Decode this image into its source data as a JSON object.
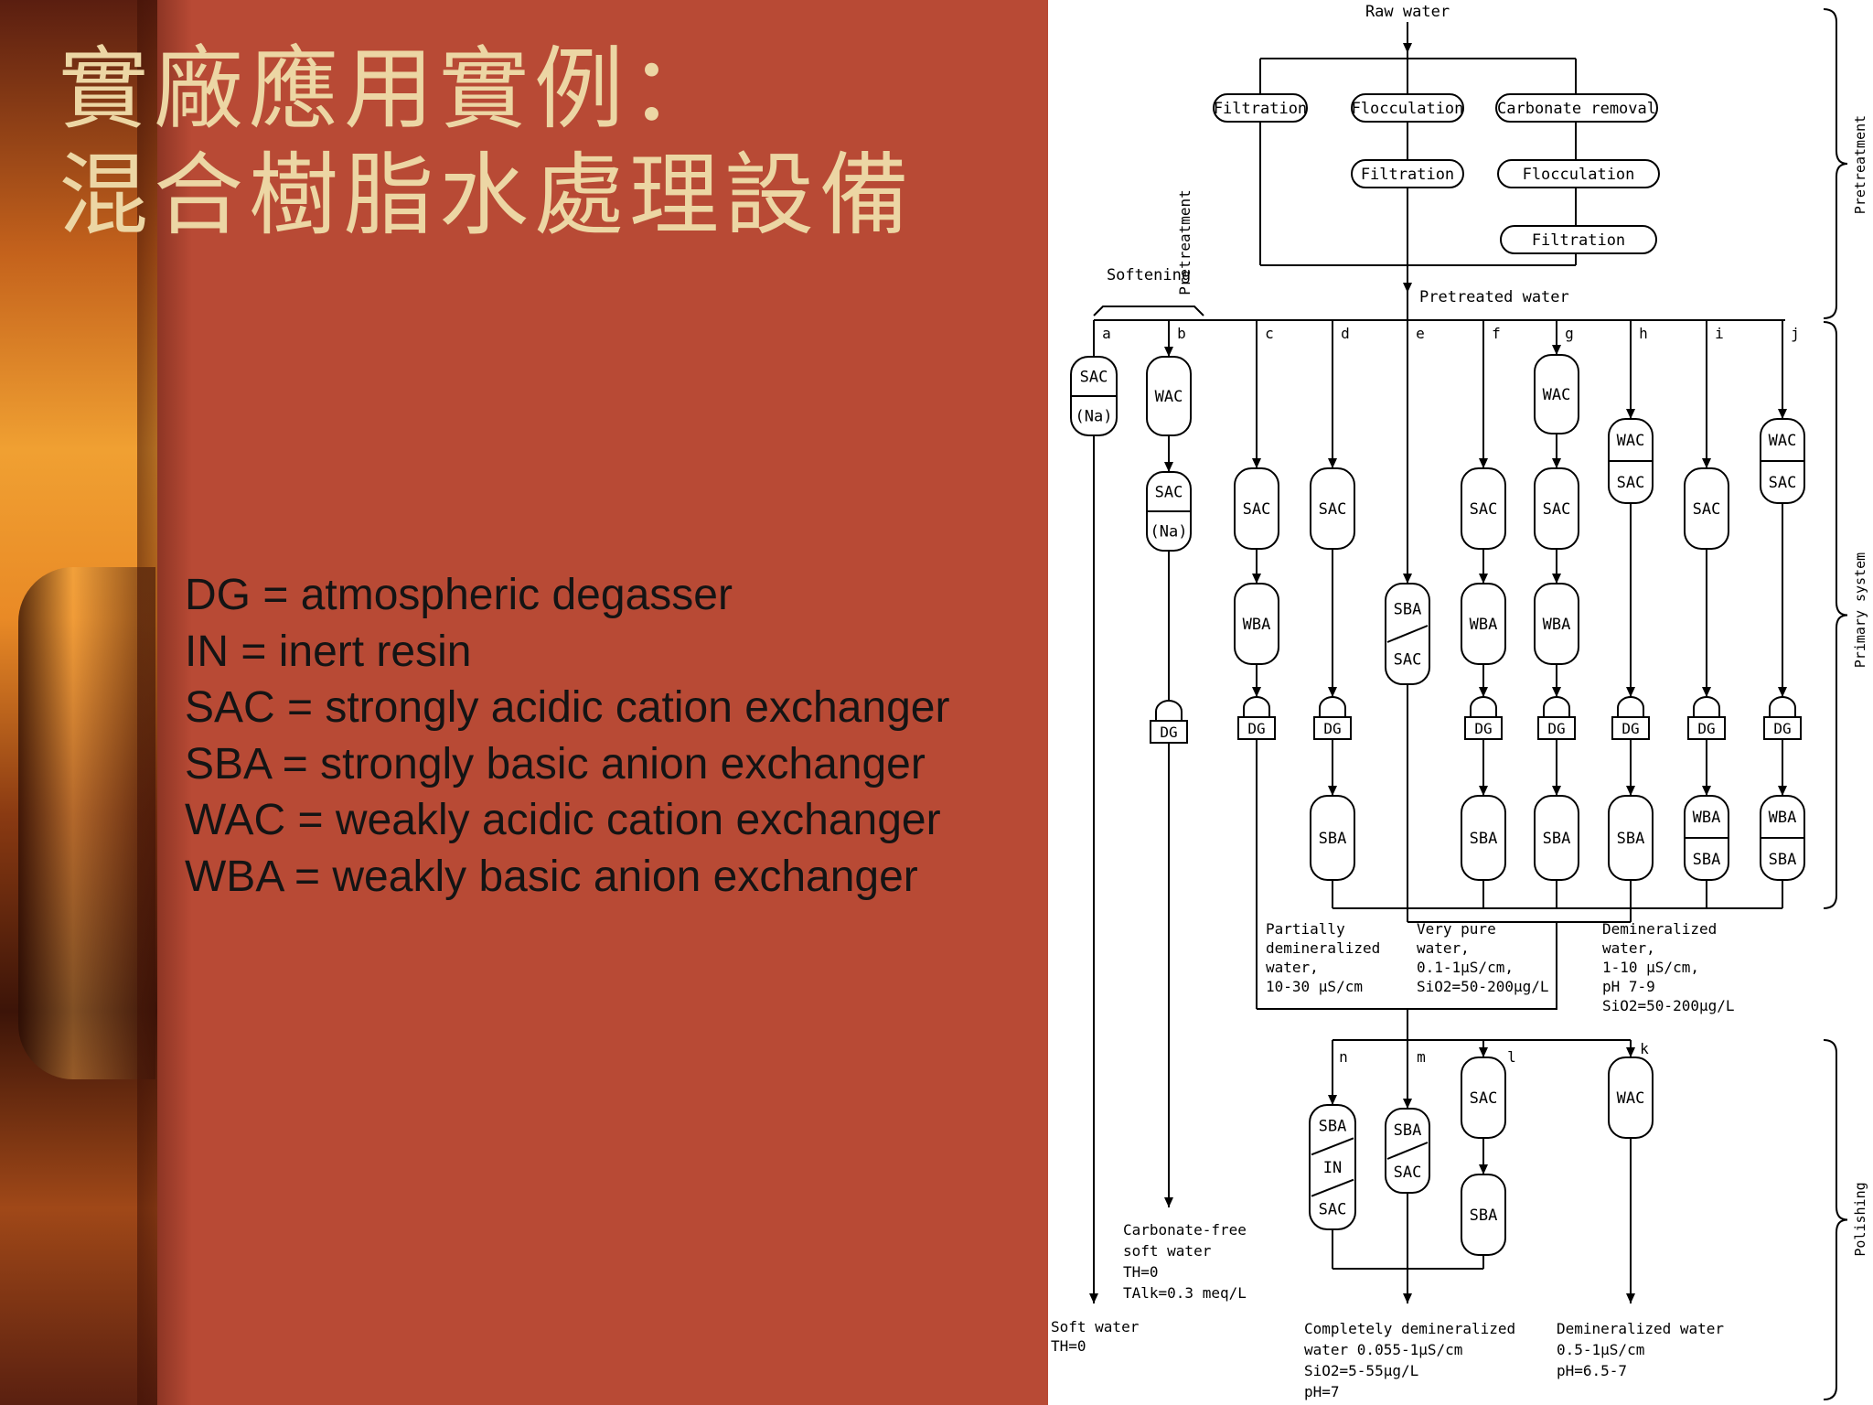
{
  "slide": {
    "title_line1": "實廠應用實例：",
    "title_line2": "混合樹脂水處理設備",
    "legend": [
      "DG = atmospheric degasser",
      "IN = inert resin",
      "SAC = strongly acidic cation exchanger",
      "SBA = strongly basic anion exchanger",
      "WAC = weakly acidic cation exchanger",
      "WBA = weakly basic anion exchanger"
    ]
  },
  "diagram": {
    "raw_water": "Raw water",
    "pretreated_water": "Pretreated water",
    "softening": "Softening",
    "sections": {
      "pretreatment": "Pretreatment",
      "primary": "Primary system",
      "polishing": "Polishing"
    },
    "pretreatment_steps": {
      "filtration": "Filtration",
      "flocculation": "Flocculation",
      "carbonate_removal": "Carbonate removal"
    },
    "columns": {
      "a": "a",
      "b": "b",
      "c": "c",
      "d": "d",
      "e": "e",
      "f": "f",
      "g": "g",
      "h": "h",
      "i": "i",
      "j": "j",
      "k": "k",
      "l": "l",
      "m": "m",
      "n": "n"
    },
    "units": {
      "SAC": "SAC",
      "SAC_Na_1": "SAC",
      "SAC_Na_2": "(Na)",
      "WAC": "WAC",
      "WBA": "WBA",
      "SBA": "SBA",
      "DG": "DG",
      "IN": "IN"
    },
    "outputs": {
      "partially": [
        "Partially",
        "demineralized",
        "water,",
        "10-30 µS/cm"
      ],
      "very_pure": [
        "Very pure",
        "water,",
        "0.1-1µS/cm,",
        "SiO2=50-200µg/L"
      ],
      "demineralized": [
        "Demineralized",
        "water,",
        "1-10 µS/cm,",
        "pH 7-9",
        "SiO2=50-200µg/L"
      ],
      "carbonate_free": [
        "Carbonate-free",
        "soft water",
        "TH=0",
        "TAlk=0.3 meq/L"
      ],
      "soft_water": [
        "Soft water",
        "TH=0"
      ],
      "completely": [
        "Completely demineralized",
        "water 0.055-1µS/cm",
        "SiO2=5-55µg/L",
        "pH=7"
      ],
      "demin_polished": [
        "Demineralized water",
        "0.5-1µS/cm",
        "pH=6.5-7"
      ]
    }
  }
}
